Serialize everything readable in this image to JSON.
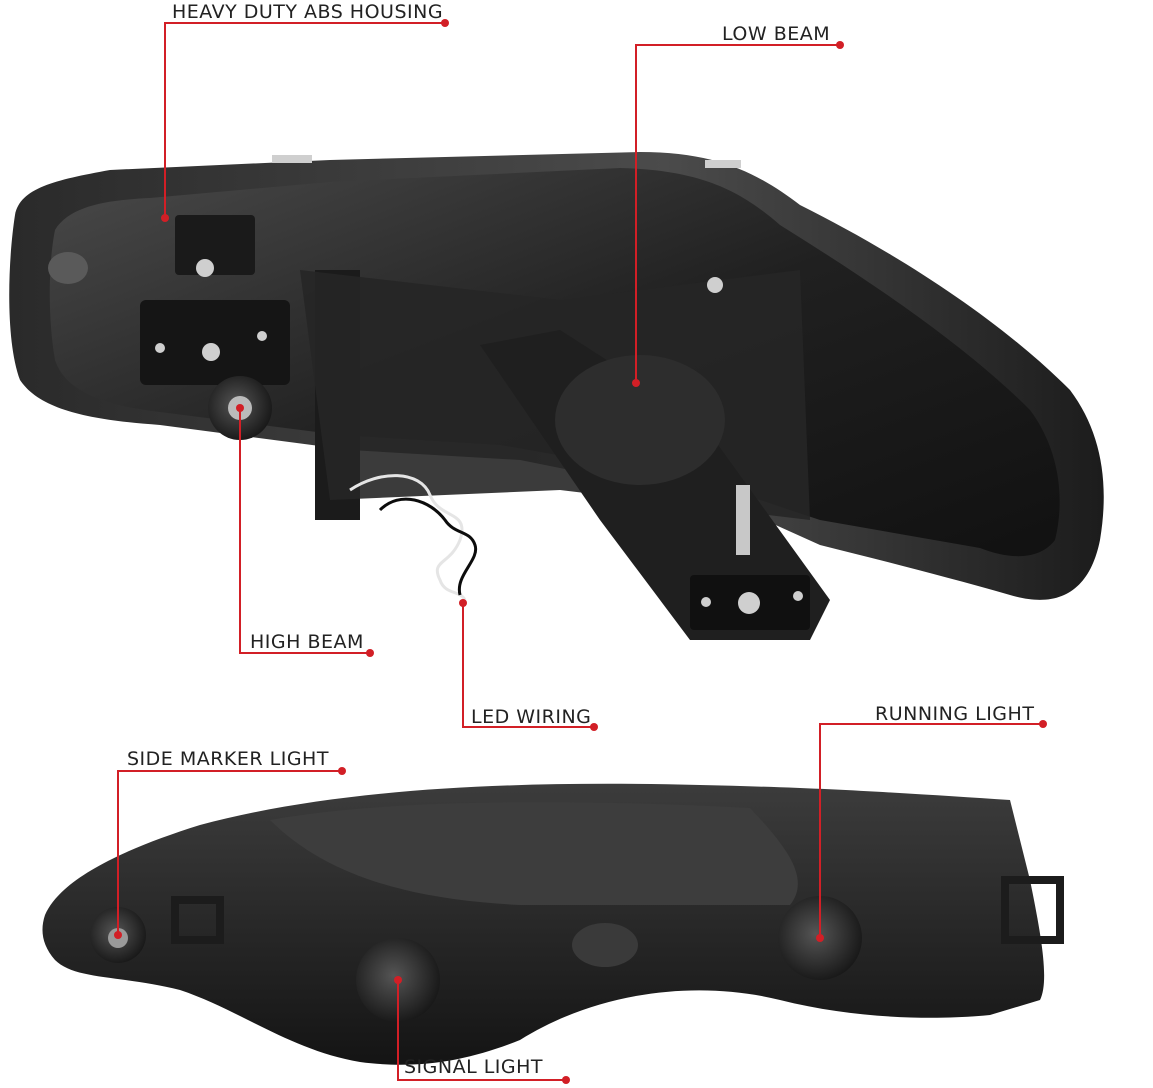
{
  "callouts": {
    "heavy_duty_abs_housing": "HEAVY DUTY ABS HOUSING",
    "low_beam": "LOW BEAM",
    "high_beam": "HIGH BEAM",
    "led_wiring": "LED WIRING",
    "running_light": "RUNNING LIGHT",
    "side_marker_light": "SIDE MARKER LIGHT",
    "signal_light": "SIGNAL LIGHT"
  },
  "colors": {
    "callout_line": "#d21f26",
    "callout_dot": "#d21f26",
    "housing_dark": "#1e1e1e",
    "housing_mid": "#3a3a3a",
    "background": "#ffffff"
  }
}
